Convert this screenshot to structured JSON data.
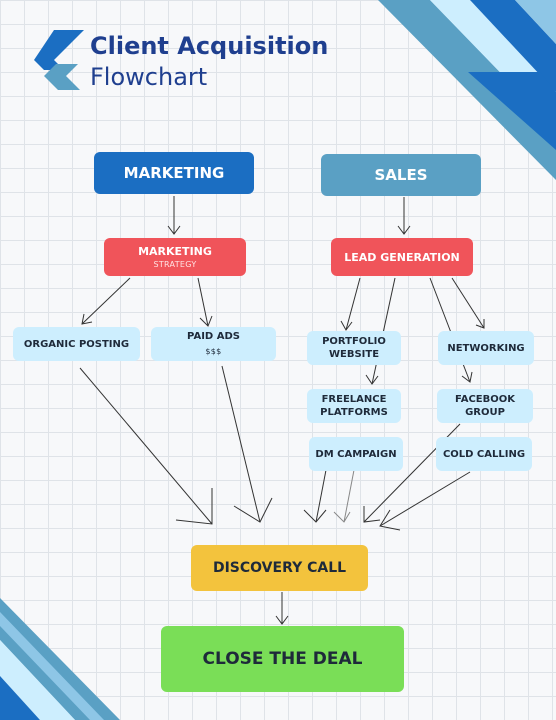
{
  "title": {
    "line1": "Client Acquisition",
    "line2": "Flowchart"
  },
  "colors": {
    "navy": "#1f3f8f",
    "blue": "#1b6ec2",
    "steel_blue": "#5aa0c4",
    "red": "#f0545a",
    "light_blue": "#cdeefe",
    "yellow": "#f3c33d",
    "green": "#7ade57"
  },
  "nodes": {
    "marketing": "MARKETING",
    "sales": "SALES",
    "marketing_strategy": {
      "label": "MARKETING",
      "sub": "STRATEGY"
    },
    "lead_generation": "LEAD GENERATION",
    "organic_posting": "ORGANIC POSTING",
    "paid_ads": {
      "label": "PAID ADS",
      "sub": "$$$"
    },
    "portfolio_website": "PORTFOLIO WEBSITE",
    "networking": "NETWORKING",
    "freelance_platforms": "FREELANCE PLATFORMS",
    "facebook_group": "FACEBOOK GROUP",
    "dm_campaign": "DM CAMPAIGN",
    "cold_calling": "COLD CALLING",
    "discovery_call": "DISCOVERY CALL",
    "close_the_deal": "CLOSE THE DEAL"
  },
  "edges": [
    [
      "marketing",
      "marketing_strategy"
    ],
    [
      "sales",
      "lead_generation"
    ],
    [
      "marketing_strategy",
      "organic_posting"
    ],
    [
      "marketing_strategy",
      "paid_ads"
    ],
    [
      "lead_generation",
      "portfolio_website"
    ],
    [
      "lead_generation",
      "freelance_platforms"
    ],
    [
      "lead_generation",
      "networking"
    ],
    [
      "lead_generation",
      "facebook_group"
    ],
    [
      "organic_posting",
      "discovery_call"
    ],
    [
      "paid_ads",
      "discovery_call"
    ],
    [
      "freelance_platforms",
      "discovery_call"
    ],
    [
      "dm_campaign",
      "discovery_call"
    ],
    [
      "facebook_group",
      "discovery_call"
    ],
    [
      "cold_calling",
      "discovery_call"
    ],
    [
      "discovery_call",
      "close_the_deal"
    ]
  ]
}
